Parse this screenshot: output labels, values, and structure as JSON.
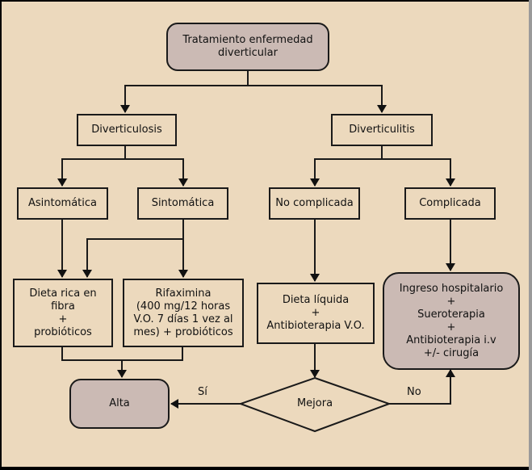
{
  "diagram": {
    "title": "Tratamiento enfermedad\ndiverticular",
    "colors": {
      "background": "#ecd9bd",
      "terminal_fill": "#cbbab4",
      "stroke": "#1a1a1a"
    },
    "nodes": {
      "root": "Tratamiento enfermedad\ndiverticular",
      "diverticulosis": "Diverticulosis",
      "diverticulitis": "Diverticulitis",
      "asintomatica": "Asintomática",
      "sintomatica": "Sintomática",
      "no_complicada": "No complicada",
      "complicada": "Complicada",
      "dieta_fibra": "Dieta rica en\nfibra\n+\nprobióticos",
      "rifaximina": "Rifaximina\n(400 mg/12 horas\nV.O. 7 días 1 vez al\nmes) + probióticos",
      "dieta_liquida": "Dieta líquida\n+\nAntibioterapia V.O.",
      "ingreso": "Ingreso hospitalario\n+\nSueroterapia\n+\nAntibioterapia i.v\n+/- cirugía",
      "alta": "Alta",
      "mejora": "Mejora"
    },
    "edge_labels": {
      "yes": "Sí",
      "no": "No"
    }
  }
}
